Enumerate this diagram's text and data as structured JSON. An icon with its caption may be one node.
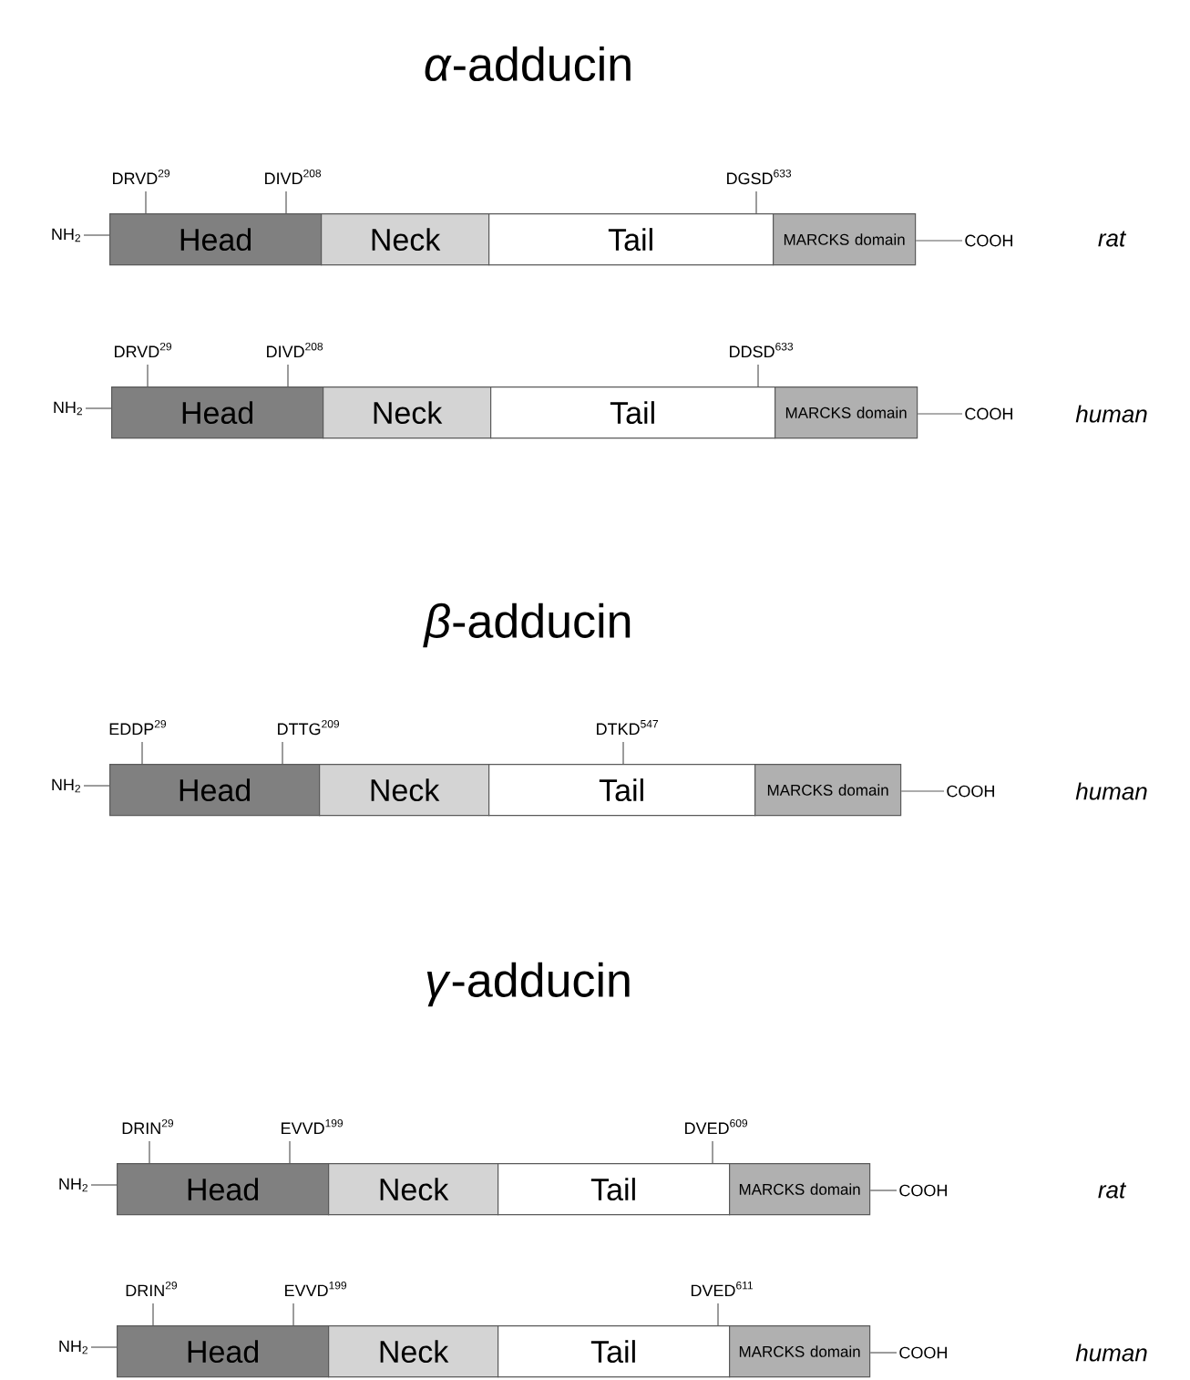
{
  "diagram": {
    "nodes": [
      {
        "text": [
          "DRVD$^{29}$"
        ]
      },
      {
        "text": [
          "DIVD$^{208}$"
        ]
      },
      {
        "text": [
          "DGSD$^{633}$"
        ]
      },
      {
        "text": [
          "NH$_{2}$"
        ]
      },
      {
        "text": [
          "Head"
        ]
      },
      {
        "text": [
          "Neck"
        ]
      },
      {
        "text": [
          "Tail"
        ]
      },
      {
        "text": [
          "MARCKS domain"
        ]
      },
      {
        "text": [
          "COOH"
        ]
      },
      {
        "text": [
          "DRVD$^{29}$"
        ]
      },
      {
        "text": [
          "DIVD$^{208}$"
        ]
      },
      {
        "text": [
          "DDSD$^{633}$"
        ]
      },
      {
        "text": [
          "NH$_{2}$"
        ]
      },
      {
        "text": [
          "Head"
        ]
      },
      {
        "text": [
          "Neck"
        ]
      },
      {
        "text": [
          "Tail"
        ]
      },
      {
        "text": [
          "MARCKS domain"
        ]
      },
      {
        "text": [
          "COOH"
        ]
      },
      {
        "text": [
          "EDDP$^{29}$"
        ]
      },
      {
        "text": [
          "DTTG$^{209}$"
        ]
      },
      {
        "text": [
          "DTKD$^{547}$"
        ]
      },
      {
        "text": [
          "NH$_{2}$"
        ]
      },
      {
        "text": [
          "Head"
        ]
      },
      {
        "text": [
          "Neck"
        ]
      },
      {
        "text": [
          "Tail"
        ]
      },
      {
        "text": [
          "MARCKS domain"
        ]
      },
      {
        "text": [
          "COOH"
        ]
      },
      {
        "text": [
          "DRIN$^{29}$"
        ]
      },
      {
        "text": [
          "EVVD$^{199}$"
        ]
      },
      {
        "text": [
          "DVED$^{609}$"
        ]
      },
      {
        "text": [
          "NH$_{2}$"
        ]
      },
      {
        "text": [
          "Head"
        ]
      },
      {
        "text": [
          "Neck"
        ]
      },
      {
        "text": [
          "Tail"
        ]
      },
      {
        "text": [
          "MARCKS domain"
        ]
      },
      {
        "text": [
          "COOH"
        ]
      },
      {
        "text": [
          "DRIN$^{29}$"
        ]
      },
      {
        "text": [
          "EVVD$^{199}$"
        ]
      },
      {
        "text": [
          "DVED$^{611}$"
        ]
      },
      {
        "text": [
          "NH$_{2}$"
        ]
      },
      {
        "text": [
          "Head"
        ]
      },
      {
        "text": [
          "Neck"
        ]
      },
      {
        "text": [
          "Tail"
        ]
      },
      {
        "text": [
          "MARCKS domain"
        ]
      },
      {
        "text": [
          "COOH"
        ]
      }
    ],
    "edges": [
      {
        "from": 0,
        "to": 4,
        "arrow": "none"
      },
      {
        "from": 1,
        "to": 4,
        "arrow": "none"
      },
      {
        "from": 2,
        "to": 6,
        "arrow": "none"
      },
      {
        "from": 3,
        "to": 4,
        "arrow": "none"
      },
      {
        "from": 7,
        "to": 8,
        "arrow": "none"
      },
      {
        "from": 9,
        "to": 13,
        "arrow": "none"
      },
      {
        "from": 10,
        "to": 13,
        "arrow": "none"
      },
      {
        "from": 11,
        "to": 15,
        "arrow": "none"
      },
      {
        "from": 12,
        "to": 13,
        "arrow": "none"
      },
      {
        "from": 16,
        "to": 17,
        "arrow": "none"
      },
      {
        "from": 18,
        "to": 22,
        "arrow": "none"
      },
      {
        "from": 19,
        "to": 22,
        "arrow": "none"
      },
      {
        "from": 20,
        "to": 24,
        "arrow": "none"
      },
      {
        "from": 21,
        "to": 22,
        "arrow": "none"
      },
      {
        "from": 25,
        "to": 26,
        "arrow": "none"
      },
      {
        "from": 27,
        "to": 31,
        "arrow": "none"
      },
      {
        "from": 28,
        "to": 31,
        "arrow": "none"
      },
      {
        "from": 29,
        "to": 33,
        "arrow": "none"
      },
      {
        "from": 30,
        "to": 31,
        "arrow": "none"
      },
      {
        "from": 34,
        "to": 35,
        "arrow": "none"
      },
      {
        "from": 36,
        "to": 40,
        "arrow": "none"
      },
      {
        "from": 37,
        "to": 40,
        "arrow": "none"
      },
      {
        "from": 38,
        "to": 42,
        "arrow": "none"
      },
      {
        "from": 39,
        "to": 40,
        "arrow": "none"
      },
      {
        "from": 43,
        "to": 44,
        "arrow": "none"
      }
    ],
    "labels": [
      "*α*-adducin",
      "rat",
      "human",
      "*β*-adducin",
      "human",
      "*γ*-adducin",
      "rat",
      "human"
    ]
  }
}
